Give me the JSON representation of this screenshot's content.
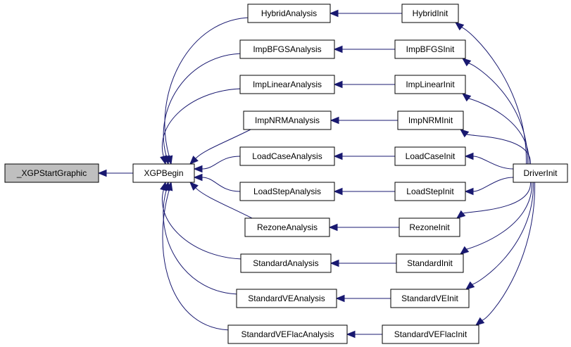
{
  "graph": {
    "nodes": {
      "start": "_XGPStartGraphic",
      "begin": "XGPBegin",
      "driver": "DriverInit",
      "analyses": [
        "HybridAnalysis",
        "ImpBFGSAnalysis",
        "ImpLinearAnalysis",
        "ImpNRMAnalysis",
        "LoadCaseAnalysis",
        "LoadStepAnalysis",
        "RezoneAnalysis",
        "StandardAnalysis",
        "StandardVEAnalysis",
        "StandardVEFlacAnalysis"
      ],
      "inits": [
        "HybridInit",
        "ImpBFGSInit",
        "ImpLinearInit",
        "ImpNRMInit",
        "LoadCaseInit",
        "LoadStepInit",
        "RezoneInit",
        "StandardInit",
        "StandardVEInit",
        "StandardVEFlacInit"
      ]
    },
    "colors": {
      "edge": "#191970",
      "root_fill": "#bfbfbf",
      "node_fill": "#ffffff",
      "node_border": "#000000"
    }
  }
}
